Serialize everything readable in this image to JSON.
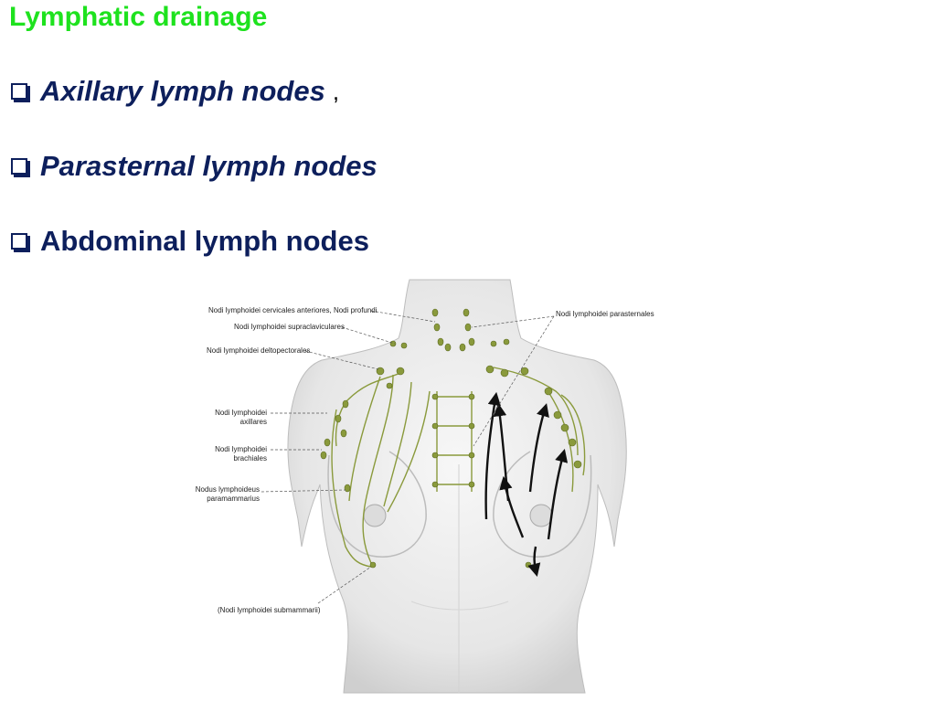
{
  "title": "Lymphatic drainage",
  "bullets": [
    {
      "text": "Axillary lymph nodes",
      "suffix": ","
    },
    {
      "text": "Parasternal lymph nodes",
      "suffix": ""
    },
    {
      "text": "Abdominal lymph nodes",
      "suffix": ""
    }
  ],
  "figure": {
    "labels": {
      "cervical": "Nodi lymphoidei cervicales anteriores, Nodi profundi",
      "supraclavicular": "Nodi lymphoidei supraclaviculares",
      "deltopectoral": "Nodi lymphoidei deltopectorales",
      "axillary_1": "Nodi lymphoidei",
      "axillary_2": "axillares",
      "brachial_1": "Nodi lymphoidei",
      "brachial_2": "brachiales",
      "paramammary_1": "Nodus lymphoideus",
      "paramammary_2": "paramammarius",
      "submammary": "(Nodi lymphoidei submammarii)",
      "parasternal": "Nodi lymphoidei parasternales"
    }
  },
  "colors": {
    "title": "#1ee21e",
    "bullet_text": "#0d1f5c",
    "node": "#8a9a3c"
  }
}
